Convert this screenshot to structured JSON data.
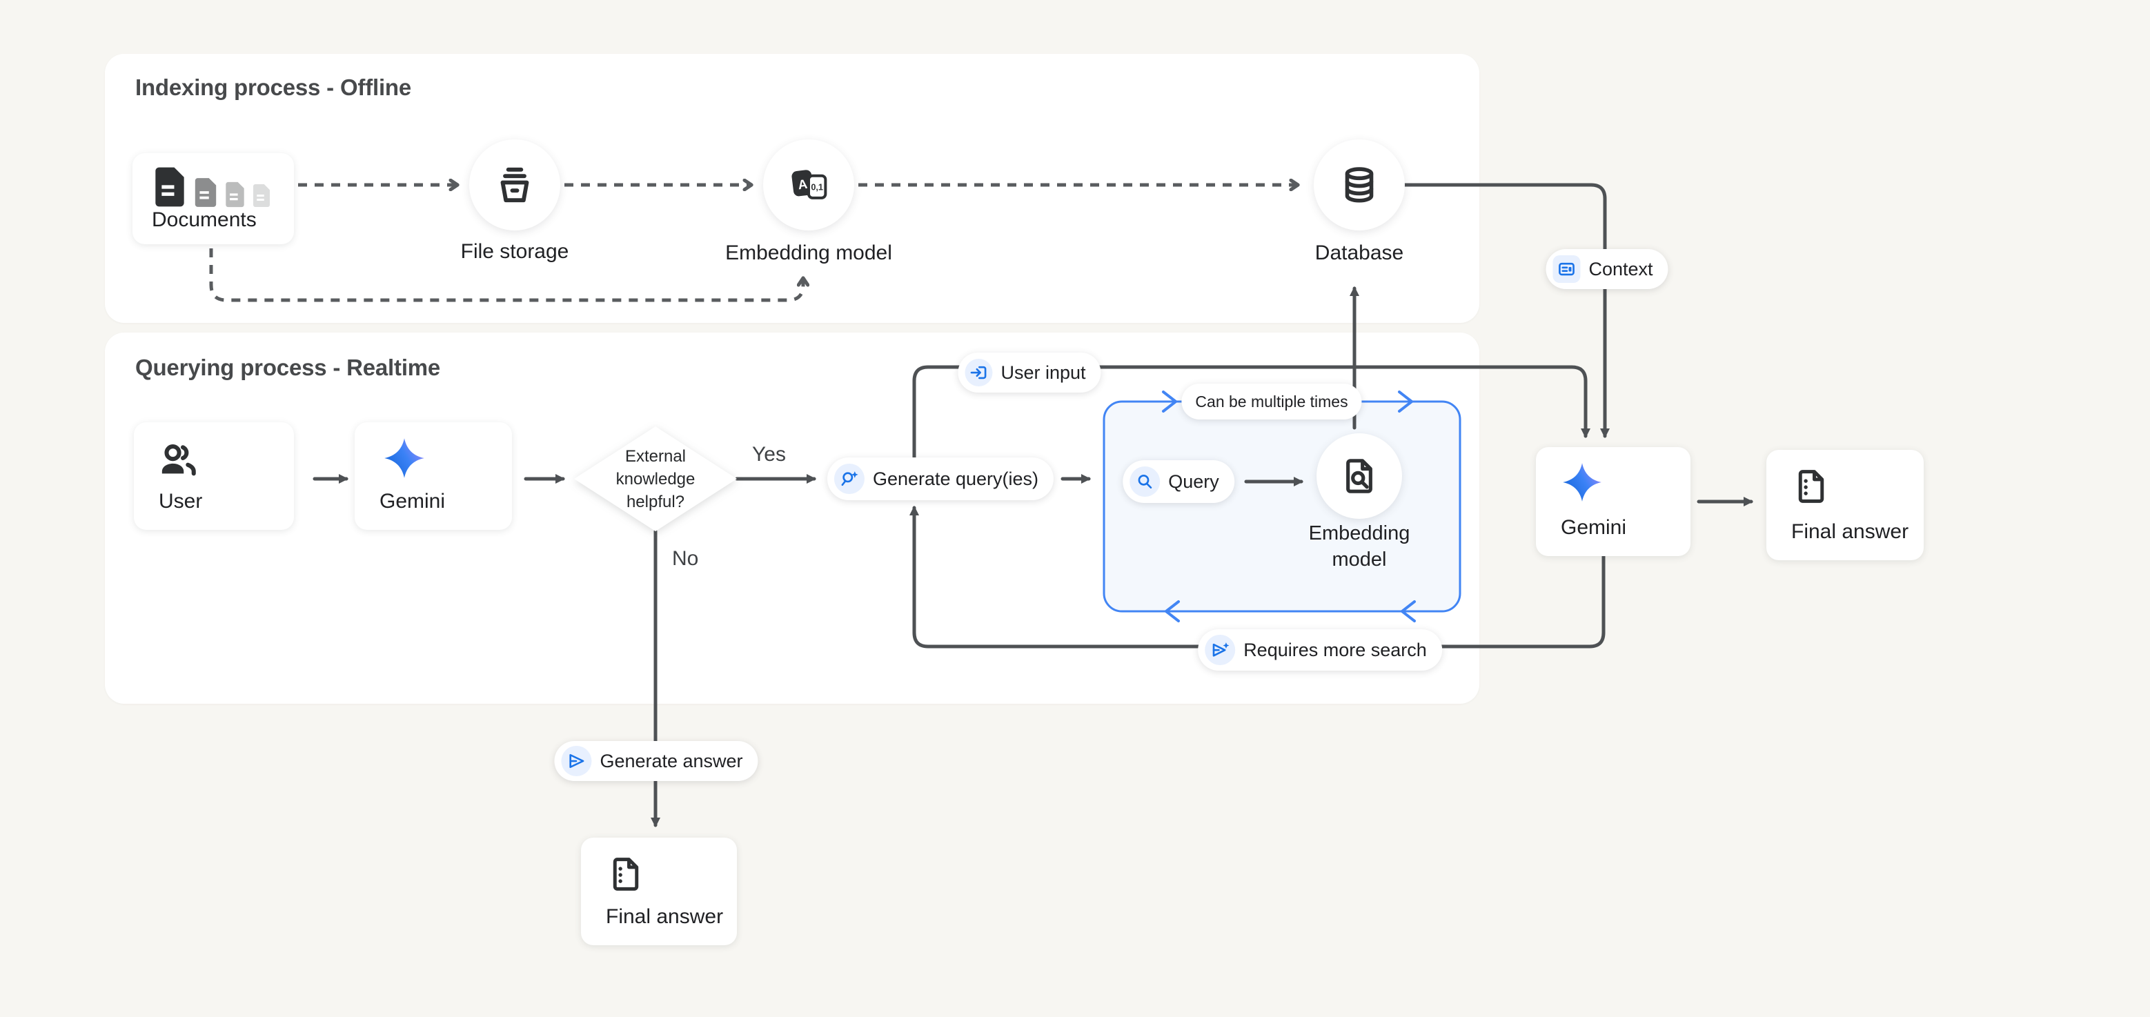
{
  "panels": {
    "indexing": {
      "title": "Indexing process - Offline"
    },
    "querying": {
      "title": "Querying process - Realtime"
    }
  },
  "nodes": {
    "documents": {
      "label": "Documents"
    },
    "file_storage": {
      "label": "File storage"
    },
    "embedding_model_offline": {
      "label": "Embedding model"
    },
    "database": {
      "label": "Database"
    },
    "user": {
      "label": "User"
    },
    "gemini_query": {
      "label": "Gemini"
    },
    "decision": {
      "line1": "External",
      "line2": "knowledge",
      "line3": "helpful?"
    },
    "generate_queries": {
      "label": "Generate query(ies)"
    },
    "query": {
      "label": "Query"
    },
    "embedding_model_realtime": {
      "line1": "Embedding",
      "line2": "model"
    },
    "gemini_answer": {
      "label": "Gemini"
    },
    "final_answer_right": {
      "label": "Final answer"
    },
    "final_answer_bottom": {
      "label": "Final answer"
    }
  },
  "labels": {
    "yes": "Yes",
    "no": "No",
    "user_input": "User input",
    "context": "Context",
    "can_be_multiple_times": "Can be multiple times",
    "requires_more_search": "Requires more search",
    "generate_answer": "Generate answer"
  },
  "colors": {
    "accent_blue": "#4285f4",
    "icon_blue": "#1a73e8",
    "light_blue_bg": "#e8f0fe",
    "loop_box_fill": "#f4f8fd",
    "connector_dark": "#4e5154",
    "page_bg": "#f7f6f2",
    "panel_bg": "#ffffff"
  }
}
